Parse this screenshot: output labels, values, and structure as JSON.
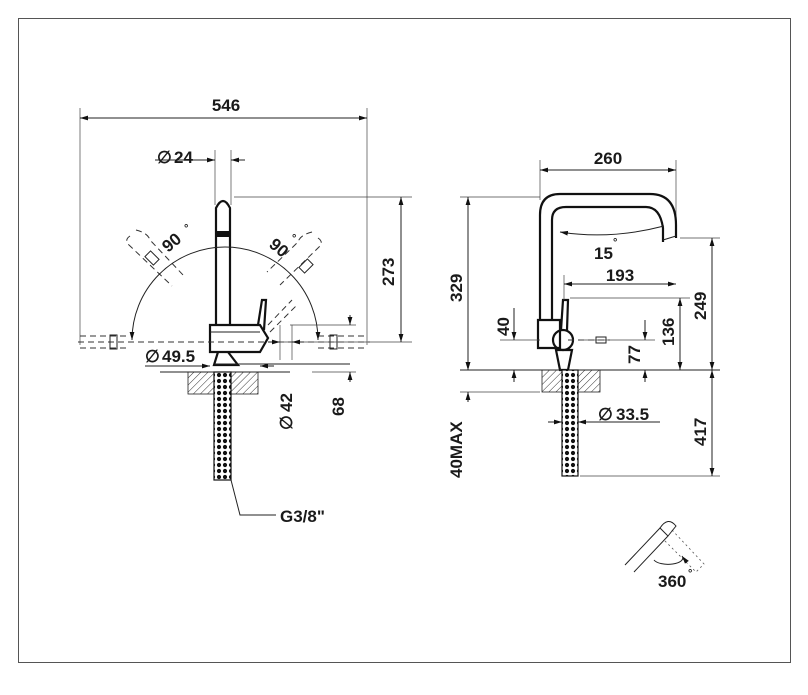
{
  "drawing": {
    "front_view": {
      "width_total": "546",
      "diameter_spout": "24",
      "angle_left": "90",
      "angle_right": "90",
      "diameter_body": "49.5",
      "height_spout": "273",
      "diameter_base": "42",
      "height_base_lever": "68",
      "connection": "G3/8\""
    },
    "side_view": {
      "reach": "260",
      "spout_angle": "15",
      "reach_lever": "193",
      "height_total": "329",
      "height_right": "249",
      "lever_height": "40",
      "height_136": "136",
      "height_77": "77",
      "deck_max": "40MAX",
      "diameter_shank": "33.5",
      "hose_length": "417"
    },
    "rotation_icon": {
      "rotation": "360"
    },
    "degree_symbol": "°",
    "diameter_symbol": "∅"
  }
}
